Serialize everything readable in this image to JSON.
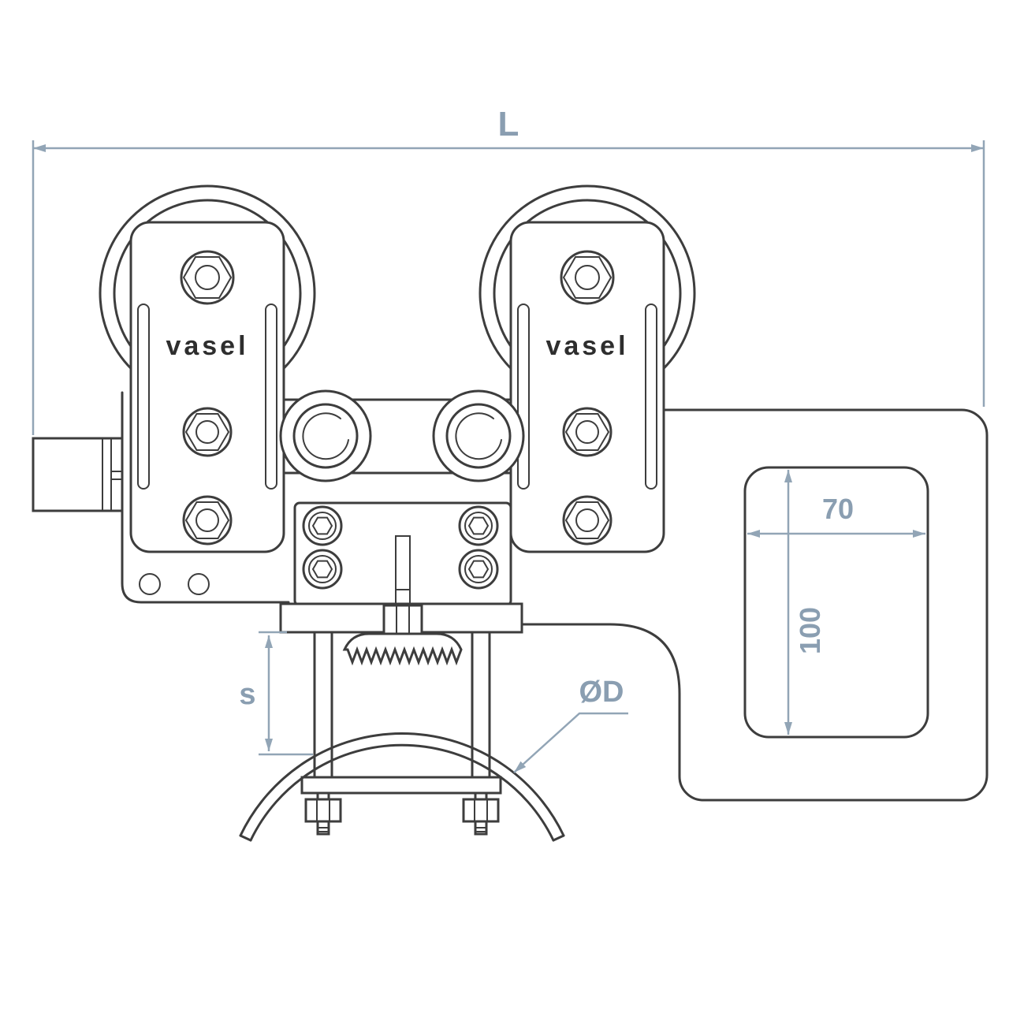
{
  "labels": {
    "length": "L",
    "flange_width": "70",
    "flange_height": "100",
    "gap": "s",
    "diameter": "ØD"
  },
  "brand": {
    "name": "vasel"
  },
  "colors": {
    "drawing_line": "#3d3d3d",
    "dimension_line": "#92a5b6",
    "dimension_text": "#8a9eb1",
    "brand_text": "#2e2e2e",
    "background": "#ffffff"
  }
}
